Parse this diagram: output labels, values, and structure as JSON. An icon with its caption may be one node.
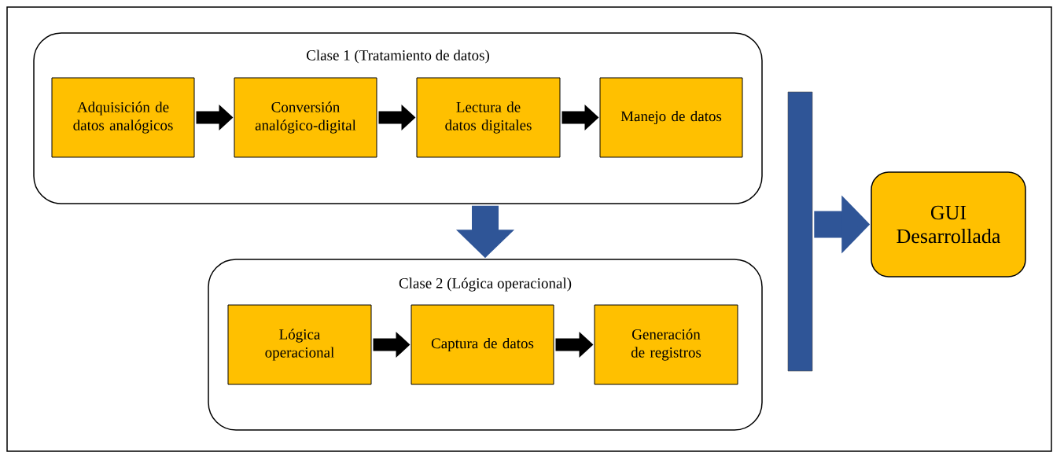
{
  "diagram": {
    "nodes": [
      {
        "text": [
          "Clase 1 (Tratamiento de datos)"
        ]
      },
      {
        "text": [
          "Adquisición de datos analógicos"
        ],
        "in": 0
      },
      {
        "text": [
          "Conversión analógico-digital"
        ],
        "in": 0
      },
      {
        "text": [
          "Lectura de datos digitales"
        ],
        "in": 0
      },
      {
        "text": [
          "Manejo de datos"
        ],
        "in": 0
      },
      {
        "text": [
          "Clase 2 (Lógica operacional)"
        ]
      },
      {
        "text": [
          "Lógica operacional"
        ],
        "in": 5
      },
      {
        "text": [
          "Captura de datos"
        ],
        "in": 5
      },
      {
        "text": [
          "Generación de registros"
        ],
        "in": 5
      },
      {
        "text": [],
        "shape": "bar"
      },
      {
        "text": [
          "GUI Desarrollada"
        ]
      }
    ],
    "edges": [
      {
        "from": 1,
        "to": 2,
        "arrow": "to"
      },
      {
        "from": 2,
        "to": 3,
        "arrow": "to"
      },
      {
        "from": 3,
        "to": 4,
        "arrow": "to"
      },
      {
        "from": 0,
        "to": 5,
        "arrow": "to",
        "style": "thick",
        "color": "#2f5597"
      },
      {
        "from": 6,
        "to": 7,
        "arrow": "to"
      },
      {
        "from": 7,
        "to": 8,
        "arrow": "to"
      },
      {
        "from": 9,
        "to": 10,
        "arrow": "to",
        "style": "thick",
        "color": "#2f5597"
      }
    ]
  }
}
